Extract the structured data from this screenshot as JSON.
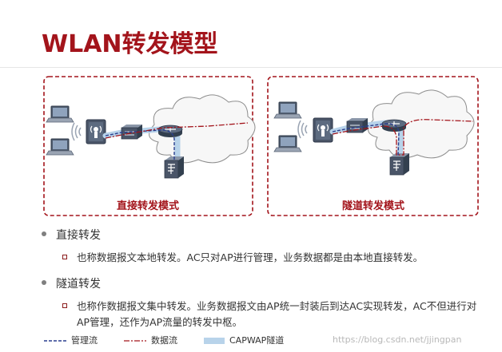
{
  "title": "WLAN转发模型",
  "panels": [
    {
      "label": "直接转发模式"
    },
    {
      "label": "隧道转发模式"
    }
  ],
  "bullets": [
    {
      "heading": "直接转发",
      "sub": "也称数据报文本地转发。AC只对AP进行管理，业务数据都是由本地直接转发。"
    },
    {
      "heading": "隧道转发",
      "sub": "也称作数据报文集中转发。业务数据报文由AP统一封装后到达AC实现转发，AC不但进行对AP管理，还作为AP流量的转发中枢。"
    }
  ],
  "legend": {
    "management": "管理流",
    "data": "数据流",
    "tunnel": "CAPWAP隧道"
  },
  "watermark": "https://blog.csdn.net/jjingpan",
  "colors": {
    "title": "#a3141b",
    "panel_border": "#a3141b",
    "management_flow": "#2a3f8f",
    "data_flow": "#a3141b",
    "tunnel": "#b8d3ea",
    "device": "#44546a"
  },
  "icons": [
    "laptop-icon",
    "wifi-signal-icon",
    "access-point-icon",
    "switch-icon",
    "router-icon",
    "ac-controller-icon",
    "cloud-icon"
  ]
}
